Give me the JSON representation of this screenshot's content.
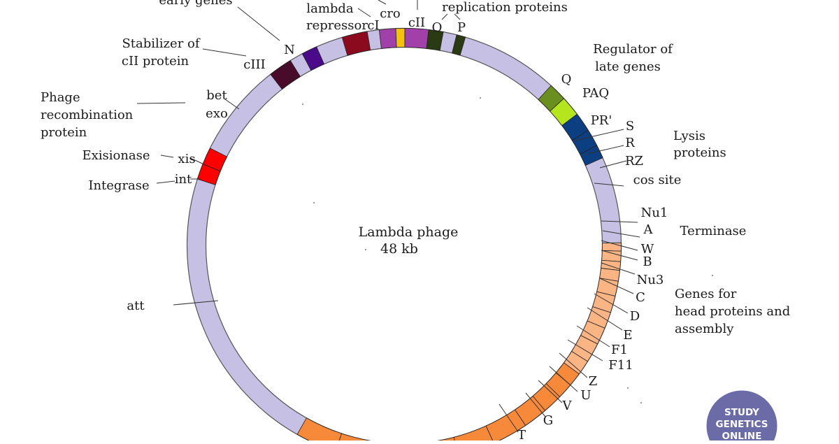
{
  "center": {
    "title": "Lambda phage",
    "size": "48 kb"
  },
  "colors": {
    "backbone": "#c6c1e4",
    "segment_stroke": "#222222",
    "leader": "#333333",
    "badge": "#6b6ba8",
    "badge_text": "#ffffff"
  },
  "badge": {
    "line1": "STUDY",
    "line2": "GENETICS",
    "line3": "ONLINE"
  },
  "genes": [
    {
      "id": "ci",
      "color": "#a040a8",
      "label": "cI"
    },
    {
      "id": "cro",
      "color": "#f4c20d",
      "label": "cro"
    },
    {
      "id": "cii",
      "color": "#a040a8",
      "label": "cII"
    },
    {
      "id": "o",
      "color": "#2a3a12",
      "label": "O"
    },
    {
      "id": "p",
      "color": "#2a3a12",
      "label": "P"
    },
    {
      "id": "q",
      "color": "#6b8f1e",
      "label": "Q"
    },
    {
      "id": "paq",
      "color": "#b5e61d",
      "label": "PAQ"
    },
    {
      "id": "s",
      "color": "#0b3f82",
      "label": "S"
    },
    {
      "id": "r",
      "color": "#0b3f82",
      "label": "R"
    },
    {
      "id": "rz",
      "color": "#0b3f82",
      "label": "RZ"
    },
    {
      "id": "nu1",
      "color": "#fbb484",
      "label": "Nu1"
    },
    {
      "id": "a",
      "color": "#fbb484",
      "label": "A"
    },
    {
      "id": "w",
      "color": "#fbb484",
      "label": "W"
    },
    {
      "id": "b",
      "color": "#fbb484",
      "label": "B"
    },
    {
      "id": "nu3",
      "color": "#fbb484",
      "label": "Nu3"
    },
    {
      "id": "c",
      "color": "#fbb484",
      "label": "C"
    },
    {
      "id": "d",
      "color": "#fbb484",
      "label": "D"
    },
    {
      "id": "e",
      "color": "#fbb484",
      "label": "E"
    },
    {
      "id": "f1",
      "color": "#fbb484",
      "label": "F1"
    },
    {
      "id": "f11",
      "color": "#fbb484",
      "label": "F11"
    },
    {
      "id": "z",
      "color": "#f78a3a",
      "label": "Z"
    },
    {
      "id": "u",
      "color": "#f78a3a",
      "label": "U"
    },
    {
      "id": "v",
      "color": "#f78a3a",
      "label": "V"
    },
    {
      "id": "g",
      "color": "#f78a3a",
      "label": "G"
    },
    {
      "id": "t",
      "color": "#f78a3a",
      "label": "T"
    },
    {
      "id": "h",
      "color": "#f78a3a",
      "label": ""
    },
    {
      "id": "m",
      "color": "#f78a3a",
      "label": ""
    },
    {
      "id": "l",
      "color": "#f78a3a",
      "label": ""
    },
    {
      "id": "k",
      "color": "#f78a3a",
      "label": ""
    },
    {
      "id": "i",
      "color": "#f78a3a",
      "label": ""
    },
    {
      "id": "int",
      "color": "#ff0000",
      "label": "int"
    },
    {
      "id": "xis",
      "color": "#ff0000",
      "label": "xis"
    },
    {
      "id": "exo",
      "color": "#4a0a2a",
      "label": "exo"
    },
    {
      "id": "bet",
      "color": "#4a0a2a",
      "label": "bet"
    },
    {
      "id": "ciii",
      "color": "#4a0a8a",
      "label": "cIII"
    },
    {
      "id": "n",
      "color": "#8b0a1e",
      "label": "N"
    }
  ],
  "other_labels": {
    "att": "att",
    "cos_site": "PR'",
    "cos_site_label": "cos site"
  },
  "descriptions": {
    "early_genes": "early genes",
    "lambda_repressor_1": "lambda",
    "lambda_repressor_2": "repressor",
    "replication": "replication proteins",
    "regulator_1": "Regulator of",
    "regulator_2": "late genes",
    "lysis_1": "Lysis",
    "lysis_2": "proteins",
    "terminase": "Terminase",
    "head_1": "Genes for",
    "head_2": "head proteins and",
    "head_3": "assembly",
    "stabilizer_1": "Stabilizer of",
    "stabilizer_2": "cII protein",
    "recomb_1": "Phage",
    "recomb_2": "recombination",
    "recomb_3": "protein",
    "exisionase": "Exisionase",
    "integrase": "Integrase"
  }
}
